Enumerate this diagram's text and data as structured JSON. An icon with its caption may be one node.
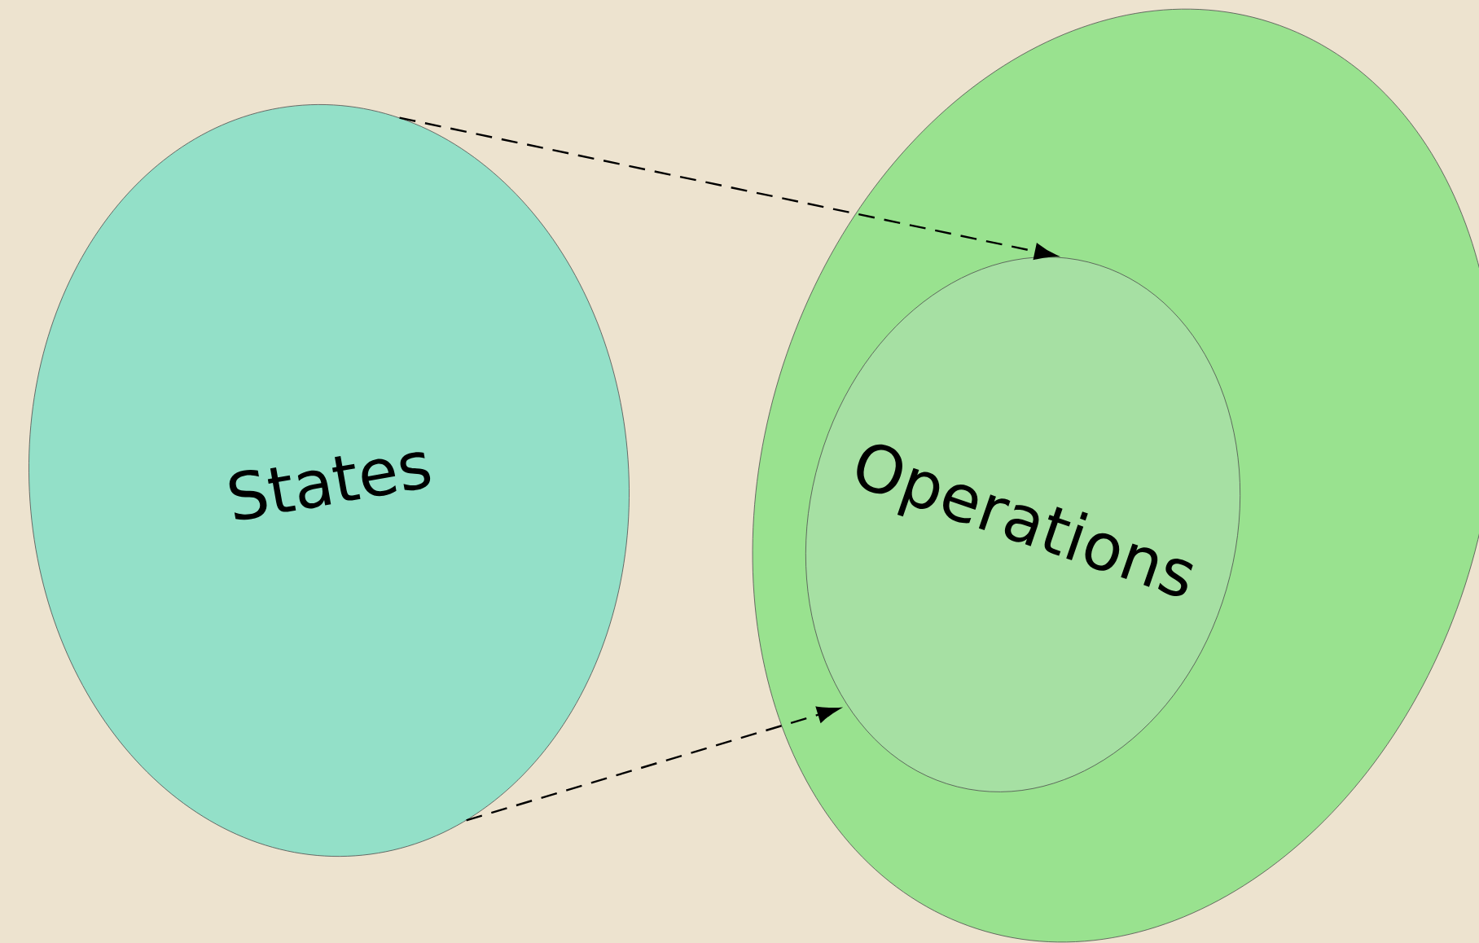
{
  "diagram": {
    "nodes": [
      {
        "text": [
          "States"
        ]
      },
      {
        "text": [],
        "shape": "ellipse"
      },
      {
        "text": [
          "Operations"
        ],
        "in": 1
      }
    ],
    "edges": [
      {
        "from": 0,
        "to": 2,
        "arrow": "to",
        "style": "dashed"
      },
      {
        "from": 0,
        "to": 2,
        "arrow": "to",
        "style": "dashed"
      }
    ]
  }
}
